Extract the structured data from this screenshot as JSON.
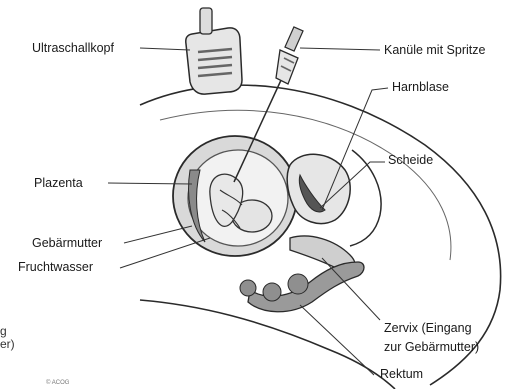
{
  "labels": {
    "ultraschallkopf": "Ultraschallkopf",
    "kanuele": "Kanüle mit Spritze",
    "harnblase": "Harnblase",
    "scheide": "Scheide",
    "plazenta": "Plazenta",
    "gebaermutter": "Gebärmutter",
    "fruchtwasser": "Fruchtwasser",
    "zervix_line1": "Zervix (Eingang",
    "zervix_line2": "zur Gebärmutter)",
    "rektum": "Rektum",
    "left_cut_line1": "g",
    "left_cut_line2": "er)"
  },
  "copyright": "© ACOG",
  "colors": {
    "outline": "#2a2a2a",
    "fill_light": "#d9d9d9",
    "fill_mid": "#a8a8a8",
    "fill_dark": "#4a4a4a"
  }
}
